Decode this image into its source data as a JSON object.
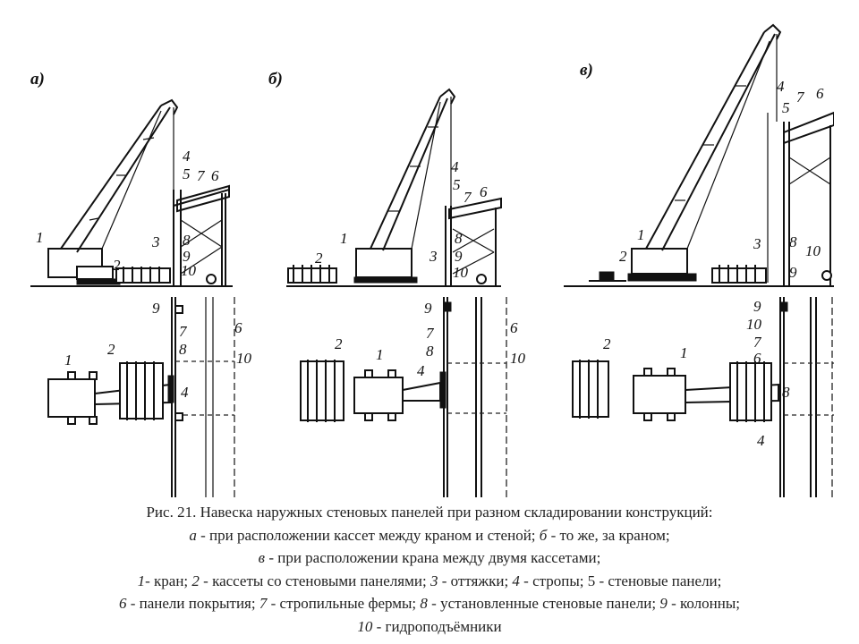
{
  "figure": {
    "variants": [
      "а)",
      "б)",
      "в)"
    ],
    "labels": {
      "a_top": [
        "1",
        "2",
        "3",
        "4",
        "5",
        "7",
        "6",
        "8",
        "9",
        "10"
      ],
      "a_plan": [
        "9",
        "7",
        "8",
        "2",
        "1",
        "4",
        "6",
        "10"
      ],
      "b_top": [
        "2",
        "1",
        "3",
        "4",
        "5",
        "7",
        "6",
        "8",
        "9",
        "10"
      ],
      "b_plan": [
        "9",
        "7",
        "8",
        "4",
        "2",
        "1",
        "6",
        "10"
      ],
      "c_top": [
        "2",
        "1",
        "3",
        "4",
        "5",
        "7",
        "6",
        "8",
        "9",
        "10"
      ],
      "c_plan": [
        "9",
        "10",
        "7",
        "6",
        "8",
        "4",
        "2",
        "1"
      ]
    }
  },
  "caption": {
    "line1": "Рис. 21. Навеска наружных стеновых панелей при разном складировании конструкций:",
    "line2_a": "а",
    "line2_a_text": " - при расположении кассет между краном и стеной; ",
    "line2_b": "б",
    "line2_b_text": " - то же, за краном;",
    "line3_v": "в",
    "line3_v_text": " - при расположении крана между двумя кассетами;",
    "line4_1": "1",
    "line4_1_text": "- кран; ",
    "line4_2": "2",
    "line4_2_text": " - кассеты со стеновыми панелями; ",
    "line4_3": "3",
    "line4_3_text": " - оттяжки; ",
    "line4_4": "4",
    "line4_4_text": " - стропы; 5 - стеновые панели;",
    "line5_6": "6",
    "line5_6_text": " - панели покрытия; ",
    "line5_7": "7",
    "line5_7_text": " - стропильные фермы; ",
    "line5_8": "8",
    "line5_8_text": " - установленные стеновые панели; ",
    "line5_9": "9",
    "line5_9_text": " - колонны;",
    "line6_10": "10",
    "line6_10_text": " - гидроподъёмники"
  }
}
